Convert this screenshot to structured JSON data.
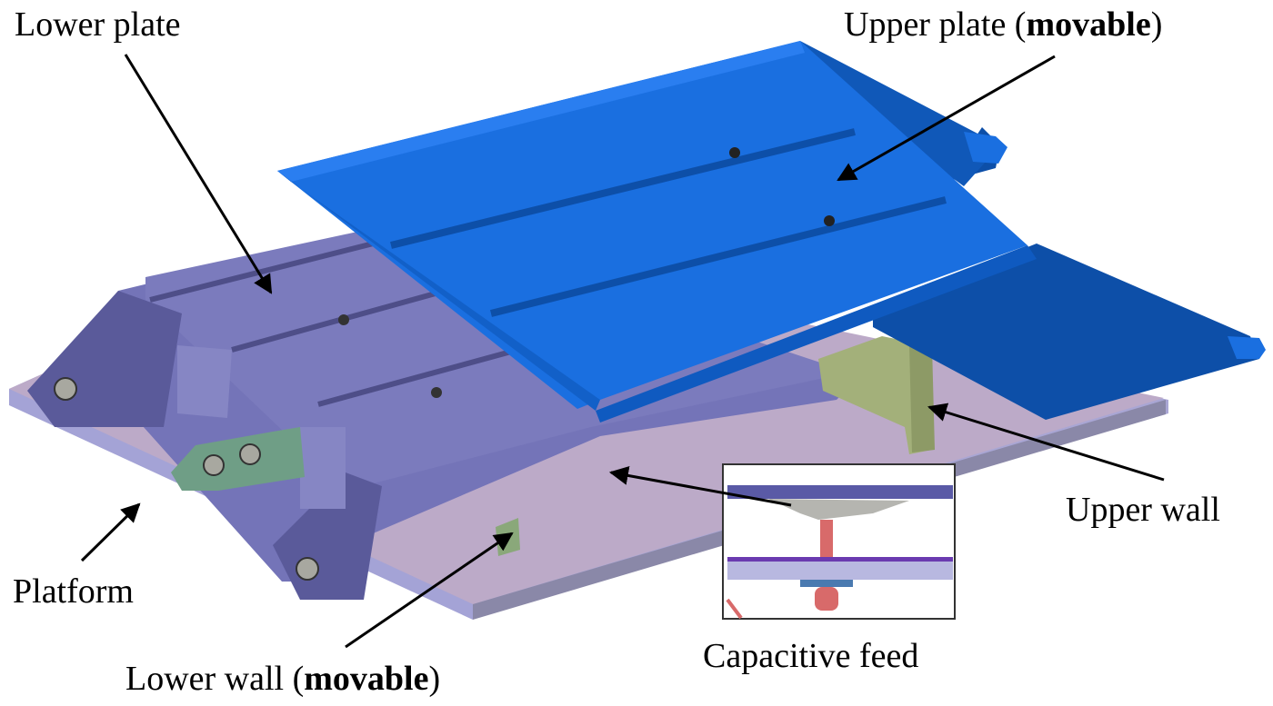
{
  "figure": {
    "labels": {
      "lower_plate": "Lower plate",
      "upper_plate_prefix": "Upper plate (",
      "upper_plate_bold": "movable",
      "upper_plate_suffix": ")",
      "upper_wall": "Upper wall",
      "platform": "Platform",
      "lower_wall_prefix": "Lower wall (",
      "lower_wall_bold": "movable",
      "lower_wall_suffix": ")",
      "capacitive_feed": "Capacitive feed"
    },
    "colors": {
      "upper_plate": "#1a6fe0",
      "upper_plate_dark": "#0d4fa8",
      "lower_plate": "#7272b4",
      "platform_top": "#bba9c6",
      "platform_edge": "#9e9ece",
      "upper_wall": "#a3b07a",
      "bracket_green": "#6a9a82",
      "feed_red": "#d86a6a"
    }
  }
}
